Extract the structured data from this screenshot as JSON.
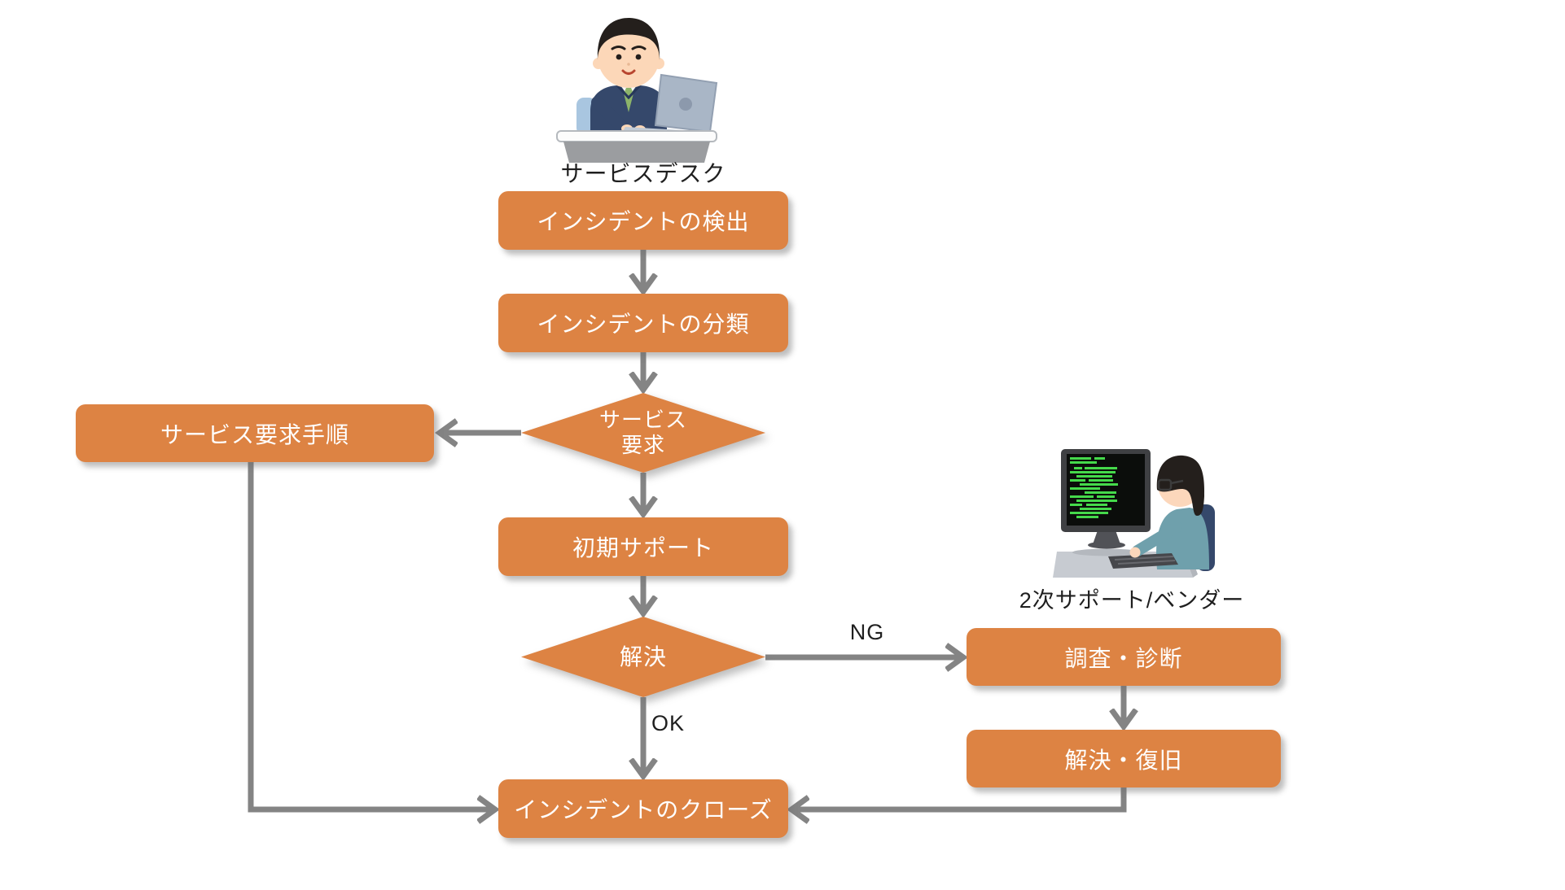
{
  "diagram": {
    "title_note": "incident management flowchart",
    "colors": {
      "background": "#FFFFFF",
      "node_fill": "#DD8343",
      "node_text": "#FFFFFF",
      "connector": "#848484",
      "label_text": "#1F1F1F",
      "screen_code_green": "#45D94B"
    },
    "actors": {
      "service_desk": {
        "label": "サービスデスク"
      },
      "second_support": {
        "label": "2次サポート/ベンダー"
      }
    },
    "nodes": {
      "detect": {
        "label": "インシデントの検出"
      },
      "classify": {
        "label": "インシデントの分類"
      },
      "service_request_decision": {
        "line1": "サービス",
        "line2": "要求"
      },
      "service_request_procedure": {
        "label": "サービス要求手順"
      },
      "initial_support": {
        "label": "初期サポート"
      },
      "resolve_decision": {
        "label": "解決"
      },
      "investigate": {
        "label": "調査・診断"
      },
      "recover": {
        "label": "解決・復旧"
      },
      "close": {
        "label": "インシデントのクローズ"
      }
    },
    "edge_labels": {
      "ng": "NG",
      "ok": "OK"
    }
  }
}
